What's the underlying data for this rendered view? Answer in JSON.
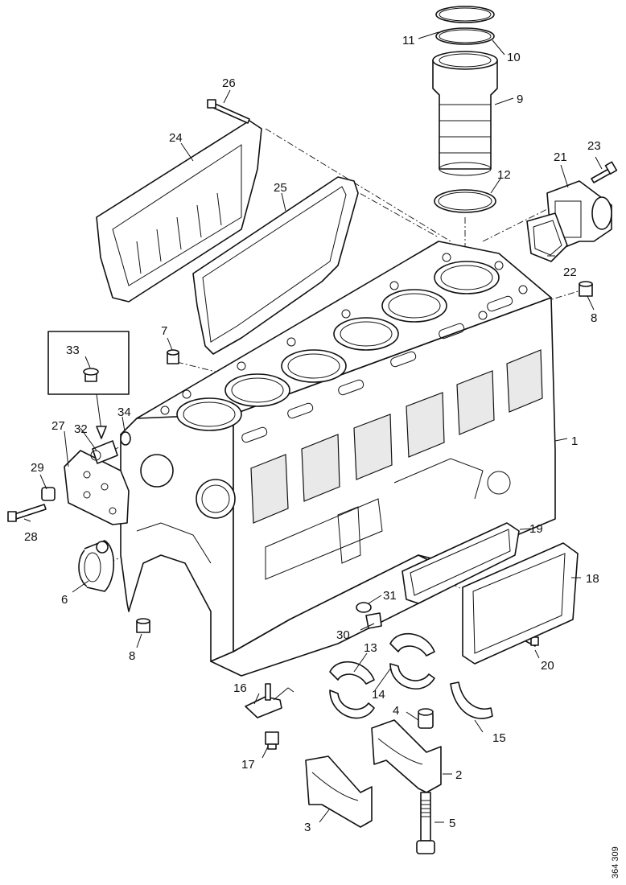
{
  "diagram": {
    "reference_number": "364 309",
    "callouts": [
      "1",
      "2",
      "3",
      "4",
      "5",
      "6",
      "7",
      "8",
      "8",
      "9",
      "10",
      "11",
      "12",
      "13",
      "14",
      "15",
      "16",
      "17",
      "18",
      "19",
      "20",
      "21",
      "22",
      "23",
      "24",
      "25",
      "26",
      "27",
      "28",
      "29",
      "30",
      "31",
      "32",
      "33",
      "34"
    ]
  }
}
